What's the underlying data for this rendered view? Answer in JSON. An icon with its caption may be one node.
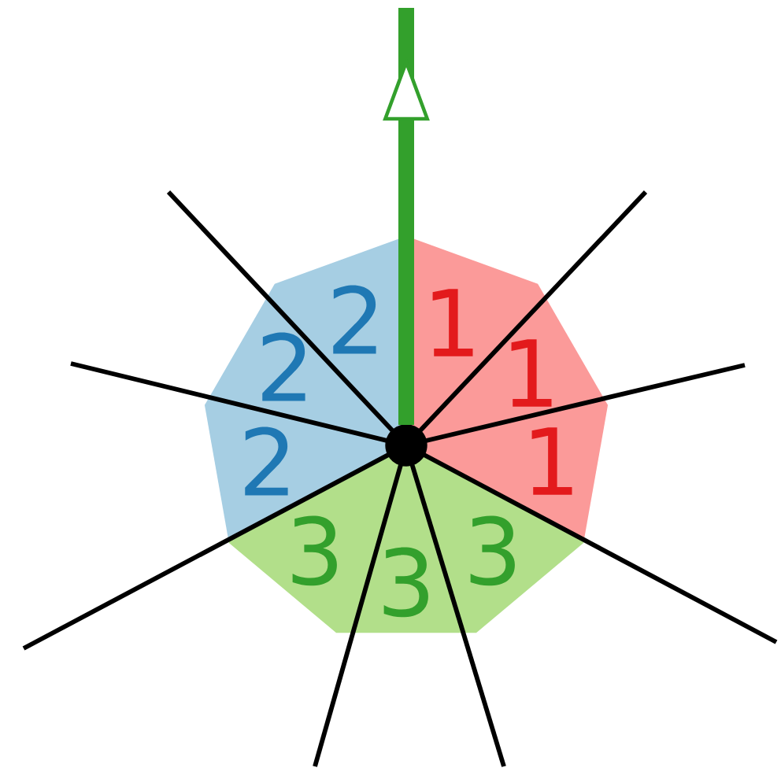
{
  "diagram": {
    "nodes": [
      {
        "text": [
          "1"
        ]
      },
      {
        "text": [
          "1"
        ]
      },
      {
        "text": [
          "1"
        ]
      },
      {
        "text": [
          "2"
        ]
      },
      {
        "text": [
          "2"
        ]
      },
      {
        "text": [
          "2"
        ]
      },
      {
        "text": [
          "3"
        ]
      },
      {
        "text": [
          "3"
        ]
      },
      {
        "text": [
          "3"
        ]
      },
      {
        "text": [],
        "shape": "circle"
      }
    ]
  }
}
